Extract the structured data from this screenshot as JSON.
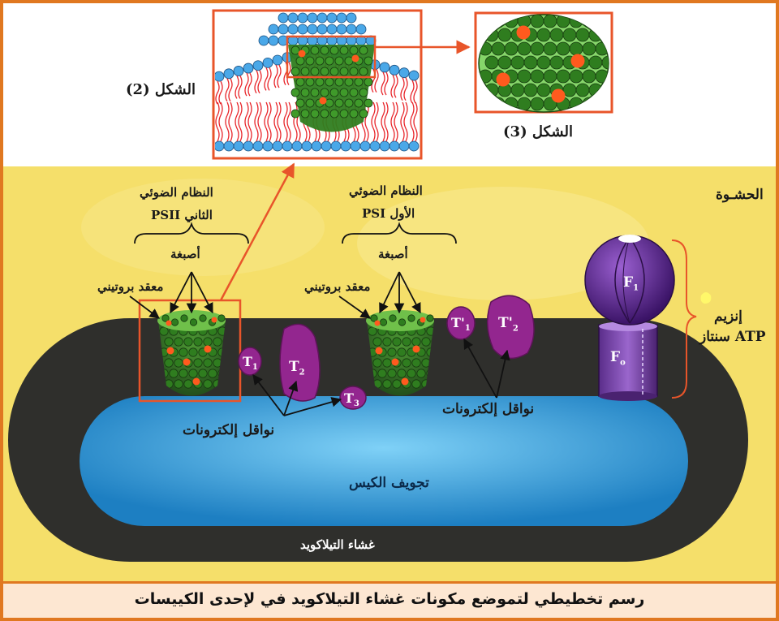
{
  "figure_labels": {
    "fig2": "الشكل (2)",
    "fig3": "الشكل (3)"
  },
  "regions": {
    "stroma": "الحشـوة",
    "lumen": "تجويف الكيس",
    "membrane": "غشاء التيلاكويد"
  },
  "psii": {
    "title_line1": "النظام الضوئي",
    "title_line2": "الثاني PSII",
    "pigments": "أصبغة",
    "protein_complex": "معقد بروتيني"
  },
  "psi": {
    "title_line1": "النظام الضوئي",
    "title_line2": "الأول PSI",
    "pigments": "أصبغة",
    "protein_complex": "معقد بروتيني"
  },
  "electron_carriers_label": "نواقل إلكترونات",
  "carriers": {
    "t1": "T",
    "t1_sub": "1",
    "t2": "T",
    "t2_sub": "2",
    "t3": "T",
    "t3_sub": "3",
    "t1p": "T'",
    "t1p_sub": "1",
    "t2p": "T'",
    "t2p_sub": "2"
  },
  "atp_synthase": {
    "line1": "إنزيم",
    "line2": "ATP سنتاز",
    "f1": "F",
    "f1_sub": "1",
    "f0": "F",
    "f0_sub": "o"
  },
  "caption": "رسم تخطيطي لتموضع مكونات غشاء التيلاكويد في لإحدى الكييسات",
  "colors": {
    "stroma": "#f5df6a",
    "membrane": "#2f2f2c",
    "lumen": "#3aa6e0",
    "pigment_green": "#2f7d1f",
    "pigment_red": "#ff5a1e",
    "carrier_purple": "#93268f",
    "atp_purple": "#5b2a86",
    "accent_orange": "#e8552a"
  }
}
